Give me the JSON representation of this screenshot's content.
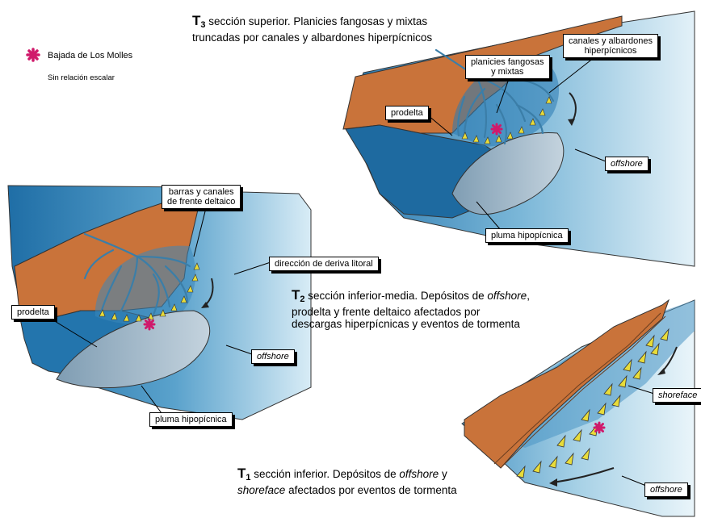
{
  "legend": {
    "symbol_color": "#d0196b",
    "location_name": "Bajada de Los Molles",
    "note": "Sin relación escalar"
  },
  "colors": {
    "land": "#c9733a",
    "sea_deep": "#2c7fb2",
    "sea_light": "#a8d2e6",
    "plume": "#9fb4c4",
    "channel": "#3b7ea8",
    "lobe": "#e8dc3a"
  },
  "t3": {
    "t_letter": "T",
    "t_sub": "3",
    "caption_line1": "sección superior. Planicies fangosas y mixtas",
    "caption_line2": "truncadas por canales y albardones hiperpícnicos",
    "labels": {
      "canales_1": "canales y albardones",
      "canales_2": "hiperpícnicos",
      "planicies_1": "planicies fangosas",
      "planicies_2": "y mixtas",
      "prodelta": "prodelta",
      "offshore": "offshore",
      "pluma": "pluma hipopícnica"
    }
  },
  "t2": {
    "t_letter": "T",
    "t_sub": "2",
    "caption_line1_a": "sección inferior-media. Depósitos de",
    "caption_line1_b": "offshore",
    "caption_line1_c": ",",
    "caption_line2": "prodelta y frente deltaico afectados por",
    "caption_line3": "descargas hiperpícnicas y eventos de tormenta",
    "labels": {
      "barras_1": "barras y canales",
      "barras_2": "de frente deltaico",
      "deriva": "dirección de deriva litoral",
      "prodelta": "prodelta",
      "offshore": "offshore",
      "pluma": "pluma hipopícnica"
    }
  },
  "t1": {
    "t_letter": "T",
    "t_sub": "1",
    "caption_line1_a": "sección inferior. Depósitos de",
    "caption_line1_b": "offshore",
    "caption_line1_c": "y",
    "caption_line2_a": "shoreface",
    "caption_line2_b": "afectados por eventos de tormenta",
    "labels": {
      "shoreface": "shoreface",
      "offshore": "offshore"
    }
  }
}
